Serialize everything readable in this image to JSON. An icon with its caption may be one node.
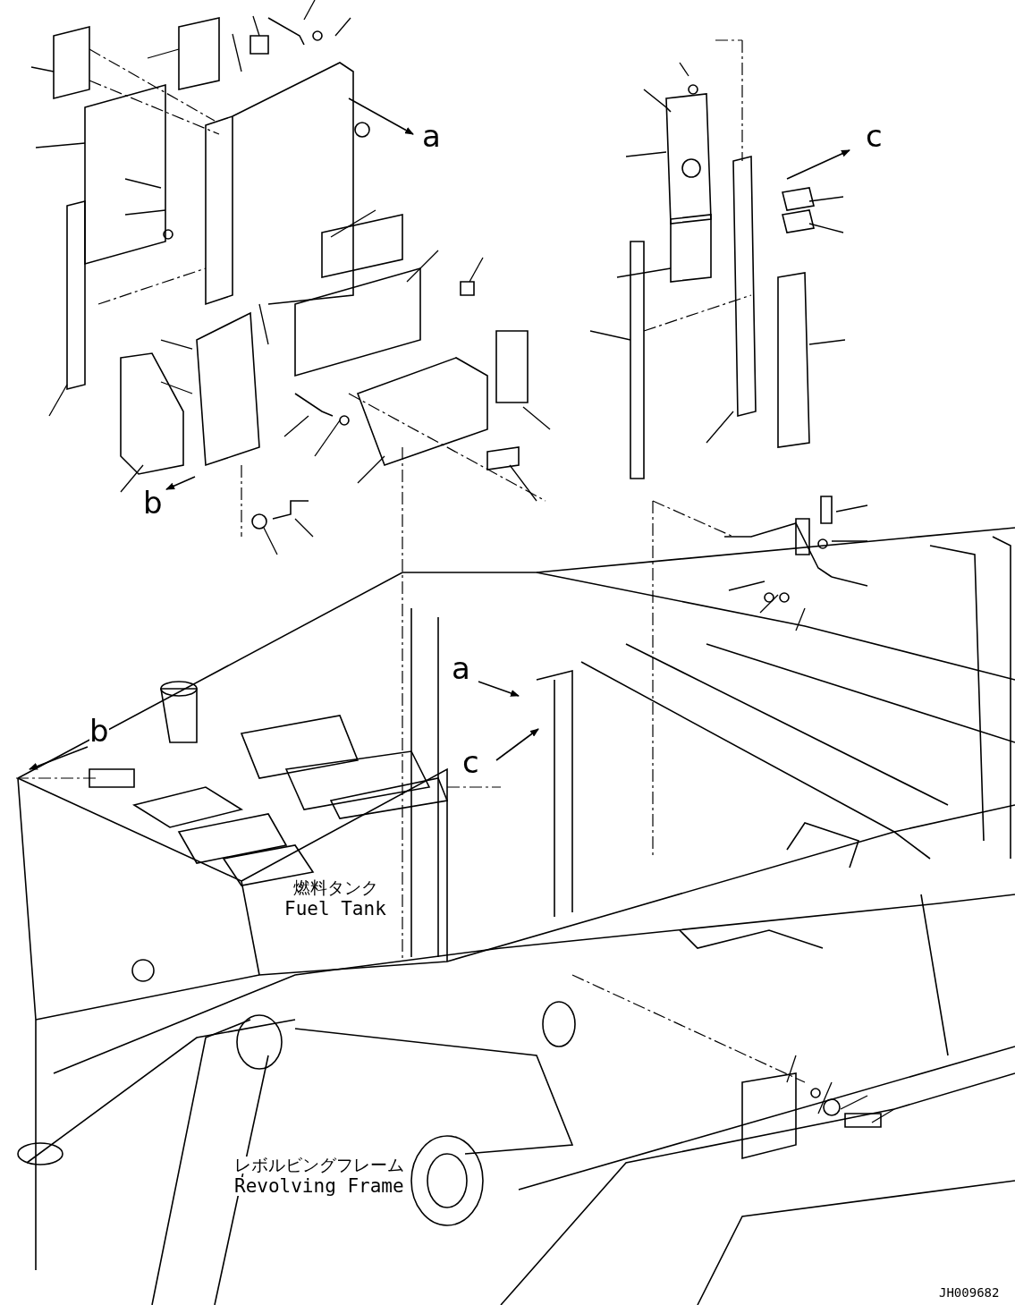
{
  "diagram": {
    "labels": [
      "a",
      "c",
      "b",
      "a",
      "c",
      "b",
      "燃料タンク",
      "Fuel Tank",
      "レボルビングフレーム",
      "Revolving Frame",
      "JH009682"
    ]
  }
}
